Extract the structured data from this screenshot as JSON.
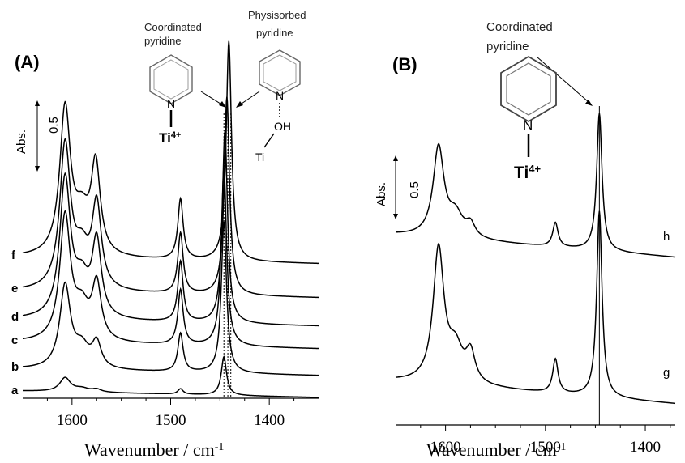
{
  "chart_data": [
    {
      "panel": "(A)",
      "type": "line",
      "xlabel": "Wavenumber / cm",
      "xlabel_sup": "-1",
      "xlim": [
        1650,
        1350
      ],
      "xticks": [
        1600,
        1500,
        1400
      ],
      "scale_bar": {
        "label": "Abs.",
        "value": "0.5"
      },
      "annotations": {
        "coordinated": "Coordinated pyridine",
        "physisorbed": "Physisorbed pyridine",
        "ti": "Ti",
        "ti_sup": "4+",
        "n": "N",
        "oh": "OH",
        "ti_plain": "Ti"
      },
      "reference_lines": [
        1446,
        1442,
        1439
      ],
      "series": [
        {
          "name": "a",
          "peaks": [
            [
              1607,
              0.05
            ],
            [
              1575,
              0.01
            ],
            [
              1490,
              0.02
            ],
            [
              1446,
              0.14
            ]
          ]
        },
        {
          "name": "b",
          "peaks": [
            [
              1607,
              0.3
            ],
            [
              1575,
              0.09
            ],
            [
              1490,
              0.14
            ],
            [
              1446,
              0.55
            ]
          ]
        },
        {
          "name": "c",
          "peaks": [
            [
              1607,
              0.45
            ],
            [
              1575,
              0.2
            ],
            [
              1490,
              0.2
            ],
            [
              1446,
              0.65
            ]
          ]
        },
        {
          "name": "d",
          "peaks": [
            [
              1607,
              0.5
            ],
            [
              1575,
              0.27
            ],
            [
              1490,
              0.22
            ],
            [
              1445,
              0.7
            ]
          ]
        },
        {
          "name": "e",
          "peaks": [
            [
              1607,
              0.52
            ],
            [
              1575,
              0.3
            ],
            [
              1490,
              0.22
            ],
            [
              1443,
              0.72
            ]
          ]
        },
        {
          "name": "f",
          "peaks": [
            [
              1607,
              0.53
            ],
            [
              1576,
              0.32
            ],
            [
              1490,
              0.22
            ],
            [
              1441,
              0.8
            ]
          ]
        }
      ]
    },
    {
      "panel": "(B)",
      "type": "line",
      "xlabel": "Wavenumber / cm",
      "xlabel_sup": "-1",
      "xlim": [
        1650,
        1370
      ],
      "xticks": [
        1600,
        1500,
        1400
      ],
      "scale_bar": {
        "label": "Abs.",
        "value": "0.5"
      },
      "annotations": {
        "coordinated": "Coordinated pyridine",
        "ti": "Ti",
        "ti_sup": "4+",
        "n": "N"
      },
      "reference_lines": [
        1446
      ],
      "series": [
        {
          "name": "g",
          "peaks": [
            [
              1607,
              0.82
            ],
            [
              1575,
              0.18
            ],
            [
              1490,
              0.21
            ],
            [
              1446,
              1.15
            ]
          ]
        },
        {
          "name": "h",
          "peaks": [
            [
              1607,
              0.55
            ],
            [
              1575,
              0.08
            ],
            [
              1490,
              0.15
            ],
            [
              1446,
              0.85
            ]
          ]
        }
      ]
    }
  ]
}
